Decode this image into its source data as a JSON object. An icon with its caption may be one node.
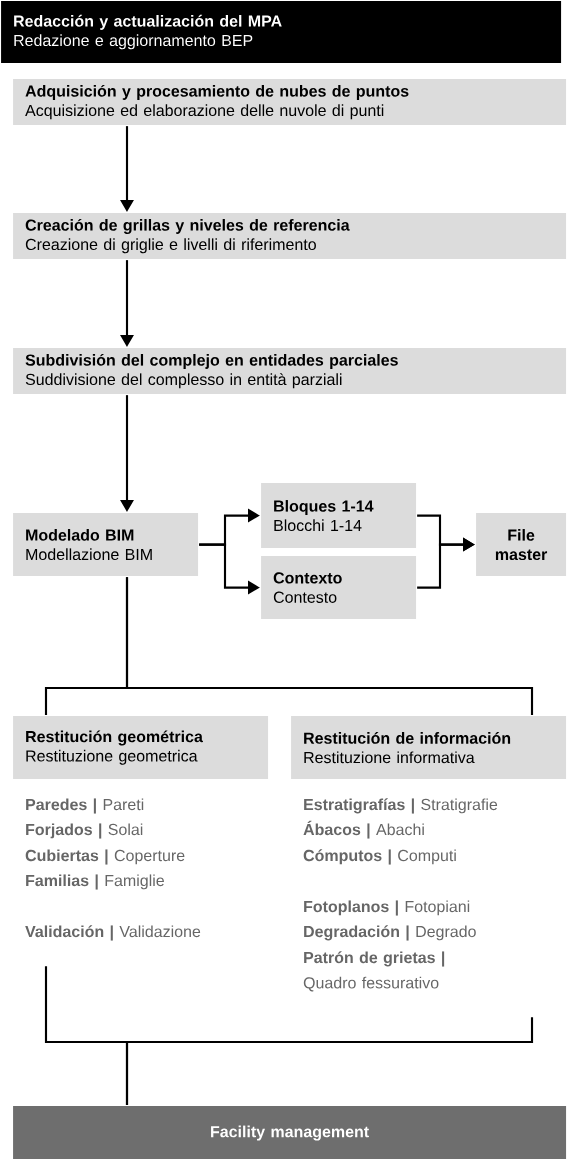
{
  "diagram": {
    "nodes": [
      {
        "text": [
          "Redacción y actualización del MPA",
          "Redazione e aggiornamento BEP"
        ]
      },
      {
        "text": [
          "Adquisición y procesamiento de nubes de puntos",
          "Acquisizione ed elaborazione delle nuvole di punti"
        ]
      },
      {
        "text": [
          "Creación de grillas y niveles de referencia",
          "Creazione di griglie e livelli di riferimento"
        ]
      },
      {
        "text": [
          "Subdivisión del complejo en entidades parciales",
          "Suddivisione del complesso in entità parziali"
        ]
      },
      {
        "text": [
          "Modelado BIM",
          "Modellazione BIM"
        ]
      },
      {
        "text": [
          "Bloques 1-14",
          "Blocchi 1-14"
        ]
      },
      {
        "text": [
          "Contexto",
          "Contesto"
        ]
      },
      {
        "text": [
          "File master"
        ]
      },
      {
        "text": [
          "Restitución geométrica",
          "Restituzione geometrica"
        ],
        "beside": [
          "**Paredes |** Pareti",
          "**Forjados |** Solai",
          "**Cubiertas |** Coperture",
          "**Familias |** Famiglie",
          "**Validación |** Validazione"
        ]
      },
      {
        "text": [
          "Restitución de información",
          "Restituzione informativa"
        ],
        "beside": [
          "**Estratigrafías |** Stratigrafie",
          "**Ábacos |** Abachi",
          "**Cómputos |** Computi",
          "**Fotoplanos |** Fotopiani",
          "**Degradación |** Degrado",
          "**Patrón de grietas |** Quadro fessurativo"
        ]
      },
      {
        "text": [
          "Facility management"
        ]
      }
    ],
    "edges": [
      {
        "from": 1,
        "to": 2,
        "arrow": "to"
      },
      {
        "from": 2,
        "to": 3,
        "arrow": "to"
      },
      {
        "from": 3,
        "to": 4,
        "arrow": "to"
      },
      {
        "from": 4,
        "to": 5,
        "arrow": "to"
      },
      {
        "from": 4,
        "to": 6,
        "arrow": "to"
      },
      {
        "from": 5,
        "to": 7,
        "arrow": "to"
      },
      {
        "from": 6,
        "to": 7,
        "arrow": "to"
      },
      {
        "from": 4,
        "to": 8,
        "arrow": "none"
      },
      {
        "from": 4,
        "to": 9,
        "arrow": "none"
      },
      {
        "from": 8,
        "to": 10,
        "arrow": "none"
      },
      {
        "from": 9,
        "to": 10,
        "arrow": "none"
      }
    ]
  }
}
